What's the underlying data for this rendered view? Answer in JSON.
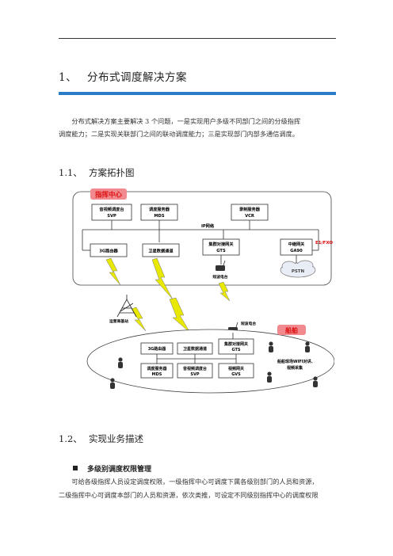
{
  "heading1": {
    "num": "1、",
    "title": "分布式调度解决方案"
  },
  "intro": {
    "line1": "分布式解决方案主要解决 3 个问题，一是实现用户多级不同部门之间的分级指挥",
    "line2": "调度能力；二是实现关联部门之间的联动调度能力；三是实现部门内部多通信调度。"
  },
  "section_1_1": {
    "num": "1.1、",
    "title": "方案拓扑图"
  },
  "diagram": {
    "command_center": "指挥中心",
    "ip_network": "IP网络",
    "svp": {
      "l1": "音视频调度台",
      "l2": "SVP"
    },
    "mds": {
      "l1": "调度服务器",
      "l2": "MDS"
    },
    "vcr": {
      "l1": "录制服务器",
      "l2": "VCR"
    },
    "router3g": "3G路由器",
    "satellite": "卫星数据通道",
    "gts": {
      "l1": "集群对接网关",
      "l2": "GTS"
    },
    "ga90": {
      "l1": "中继网关",
      "l2": "GA90"
    },
    "e1fxo": "E1/FXO",
    "pstn": "PSTN",
    "radio1": "短波电台",
    "radio2": "短波电台",
    "base_station": "运营商基站",
    "ship": "船舶",
    "ship_router": "3G路由器",
    "ship_satellite": "卫星数据通道",
    "ship_gts": {
      "l1": "集群对接网关",
      "l2": "GTS"
    },
    "ship_mds": {
      "l1": "调度服务器",
      "l2": "MDS"
    },
    "ship_svp": {
      "l1": "音视频调度台",
      "l2": "SVP"
    },
    "ship_gvs": {
      "l1": "视频网关",
      "l2": "GVS"
    },
    "wifi": {
      "l1": "船舶现场WIFI对讲、",
      "l2": "视频采集"
    }
  },
  "section_1_2": {
    "num": "1.2、",
    "title": "实现业务描述"
  },
  "bullet1": "多级别调度权限管理",
  "body": {
    "line1": "可给各级指挥人员设定调度权限，一级指挥中心可调度下属各级别部门的人员和资源，",
    "line2": "二级指挥中心可调度本部门的人员和资源，依次类推，可设定不同级别指挥中心的调度权限"
  },
  "colors": {
    "accent_bar": "#2b7cc7",
    "red_label": "#d11",
    "pink_banner": "#f08a8f",
    "lightning": "#e8e800"
  }
}
